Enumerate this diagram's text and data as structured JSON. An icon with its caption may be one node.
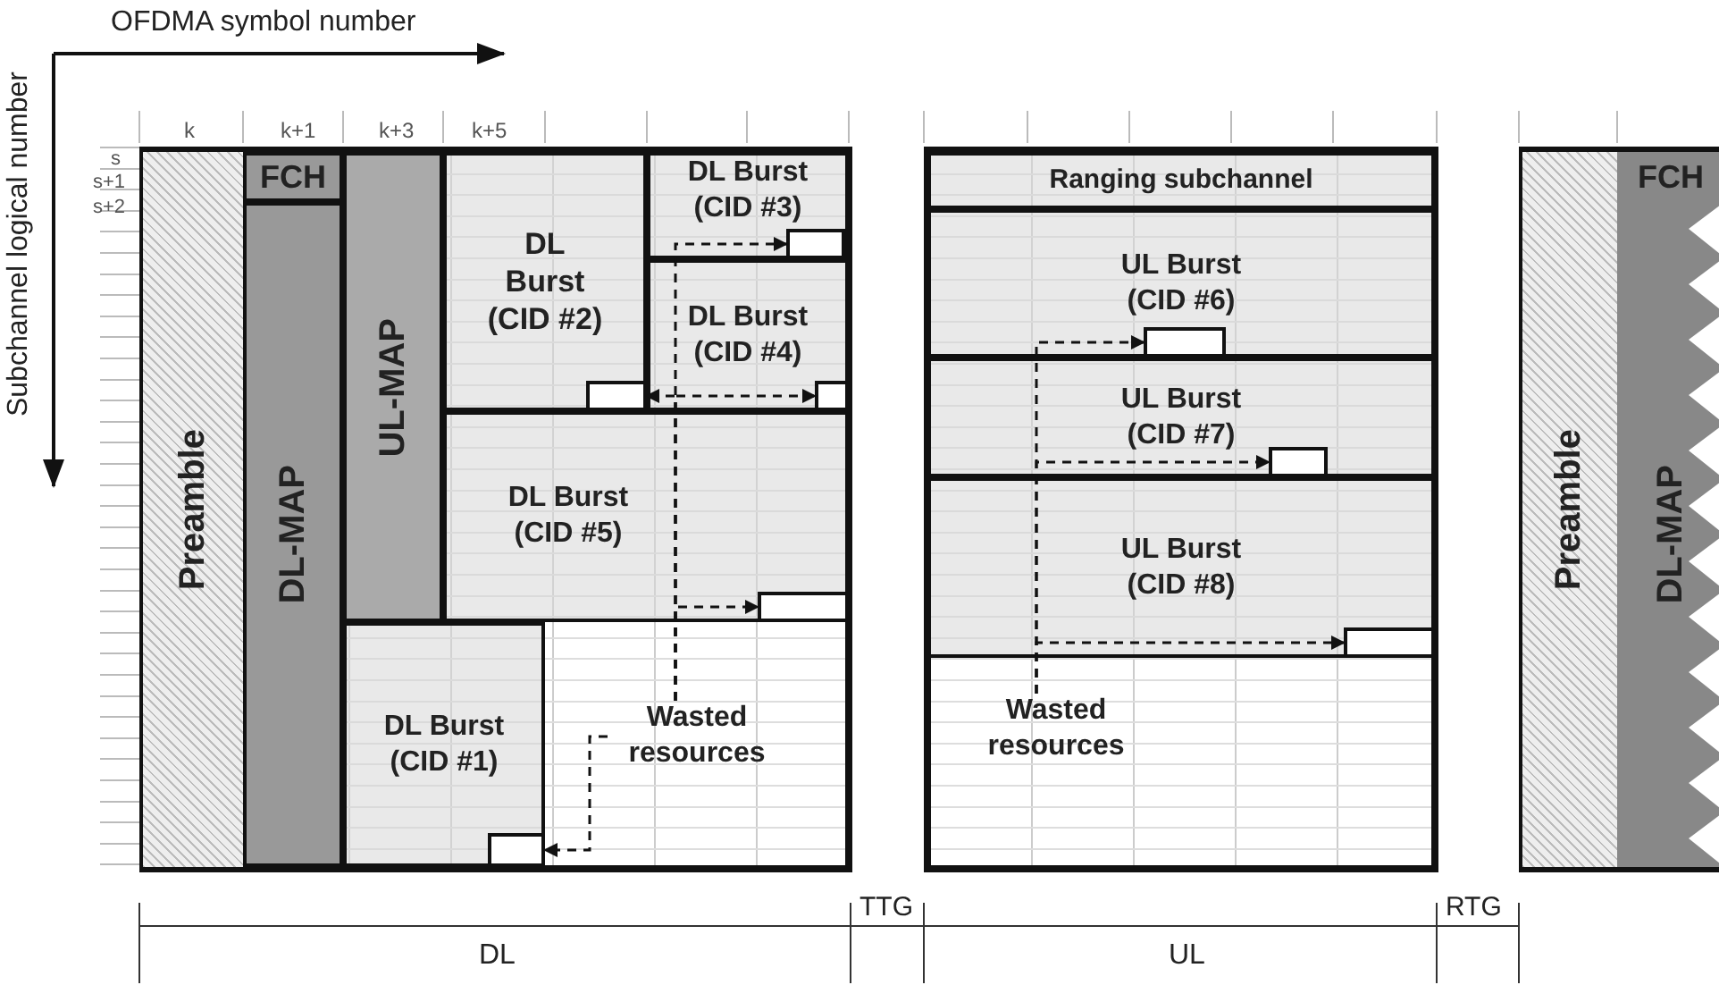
{
  "diagram": {
    "nodes": [
      {
        "text": [],
        "shape": "box"
      },
      {
        "text": [
          "Preamble"
        ],
        "in": 0
      },
      {
        "text": [
          "FCH"
        ],
        "in": 0
      },
      {
        "text": [
          "DL-MAP"
        ],
        "in": 0
      },
      {
        "text": [
          "UL-MAP"
        ],
        "in": 0
      },
      {
        "text": [
          "DL Burst (CID #2)"
        ],
        "in": 0
      },
      {
        "text": [
          "DL Burst (CID #3)"
        ],
        "in": 0
      },
      {
        "text": [
          "DL Burst (CID #4)"
        ],
        "in": 0
      },
      {
        "text": [
          "DL Burst (CID #5)"
        ],
        "in": 0
      },
      {
        "text": [
          "DL Burst (CID #1)"
        ],
        "in": 0
      },
      {
        "text": [
          "Wasted resources"
        ],
        "in": 0
      },
      {
        "text": [],
        "shape": "box",
        "in": 6
      },
      {
        "text": [],
        "shape": "box",
        "in": 5
      },
      {
        "text": [],
        "shape": "box",
        "in": 7
      },
      {
        "text": [],
        "shape": "box",
        "in": 8
      },
      {
        "text": [],
        "shape": "box",
        "in": 9
      },
      {
        "text": [],
        "shape": "box"
      },
      {
        "text": [
          "Ranging subchannel"
        ],
        "in": 16
      },
      {
        "text": [
          "UL Burst (CID #6)"
        ],
        "in": 16
      },
      {
        "text": [
          "UL Burst (CID #7)"
        ],
        "in": 16
      },
      {
        "text": [
          "UL Burst (CID #8)"
        ],
        "in": 16
      },
      {
        "text": [
          "Wasted resources"
        ],
        "in": 16
      },
      {
        "text": [],
        "shape": "box",
        "in": 18
      },
      {
        "text": [],
        "shape": "box",
        "in": 19
      },
      {
        "text": [],
        "shape": "box",
        "in": 20
      },
      {
        "text": [],
        "shape": "box"
      },
      {
        "text": [
          "Preamble"
        ],
        "in": 25
      },
      {
        "text": [
          "FCH"
        ],
        "in": 25
      },
      {
        "text": [
          "DL-MAP"
        ],
        "in": 25
      }
    ],
    "edges": [
      {
        "from": 10,
        "to": 11,
        "arrow": "to",
        "style": "dashed"
      },
      {
        "from": 10,
        "to": 12,
        "arrow": "to",
        "style": "dashed"
      },
      {
        "from": 10,
        "to": 13,
        "arrow": "to",
        "style": "dashed"
      },
      {
        "from": 10,
        "to": 14,
        "arrow": "to",
        "style": "dashed"
      },
      {
        "from": 10,
        "to": 15,
        "arrow": "to",
        "style": "dashed"
      },
      {
        "from": 21,
        "to": 22,
        "arrow": "to",
        "style": "dashed"
      },
      {
        "from": 21,
        "to": 23,
        "arrow": "to",
        "style": "dashed"
      },
      {
        "from": 21,
        "to": 24,
        "arrow": "to",
        "style": "dashed"
      }
    ],
    "labels": [
      "OFDMA symbol number",
      "Subchannel logical number",
      "k",
      "k+1",
      "k+3",
      "k+5",
      "s",
      "s+1",
      "s+2",
      "DL",
      "TTG",
      "UL",
      "RTG"
    ]
  }
}
